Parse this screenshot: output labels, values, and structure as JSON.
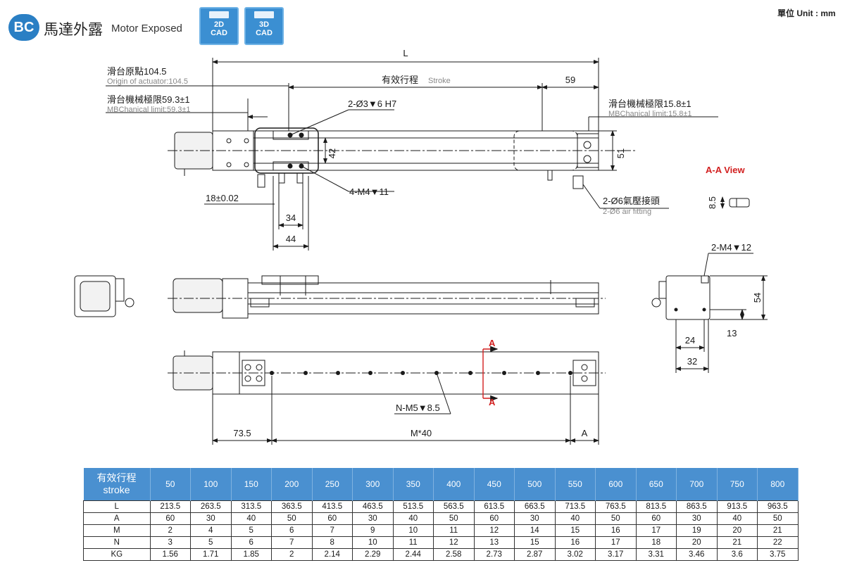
{
  "header": {
    "badge": "BC",
    "title_cn": "馬達外露",
    "title_en": "Motor Exposed",
    "cad_buttons": [
      {
        "line1": "2D",
        "line2": "CAD"
      },
      {
        "line1": "3D",
        "line2": "CAD"
      }
    ],
    "unit_label": "單位 Unit : mm",
    "accent_color": "#2a7fc4"
  },
  "labels": {
    "L": "L",
    "stroke_cn": "有效行程",
    "stroke_en": "Stroke",
    "dim_59": "59",
    "origin_cn": "滑台原點104.5",
    "origin_en": "Origin of actuator:104.5",
    "mech_left_cn": "滑台機械極限59.3±1",
    "mech_left_en": "MBChanical limit:59.3±1",
    "mech_right_cn": "滑台機械極限15.8±1",
    "mech_right_en": "MBChanical limit:15.8±1",
    "pin_hole": "2-Ø3▼6 H7",
    "dim_42": "42",
    "dim_51": "51",
    "dim_18": "18±0.02",
    "tap_m4_11": "4-M4▼11",
    "dim_34": "34",
    "dim_44": "44",
    "fitting_cn": "2-Ø6氣壓接頭",
    "fitting_en": "2-Ø6 air fitting",
    "aa_view": "A-A View",
    "dim_8_5": "8.5",
    "tap_m4_12": "2-M4▼12",
    "dim_54": "54",
    "dim_13": "13",
    "dim_24": "24",
    "dim_32": "32",
    "section_a_top": "A",
    "section_a_bottom": "A",
    "tap_m5": "N-M5▼8.5",
    "dim_73_5": "73.5",
    "dim_m40": "M*40",
    "dim_a": "A"
  },
  "table": {
    "head_cn": "有效行程",
    "head_en": "stroke",
    "strokes": [
      "50",
      "100",
      "150",
      "200",
      "250",
      "300",
      "350",
      "400",
      "450",
      "500",
      "550",
      "600",
      "650",
      "700",
      "750",
      "800"
    ],
    "rows": [
      {
        "label": "L",
        "values": [
          "213.5",
          "263.5",
          "313.5",
          "363.5",
          "413.5",
          "463.5",
          "513.5",
          "563.5",
          "613.5",
          "663.5",
          "713.5",
          "763.5",
          "813.5",
          "863.5",
          "913.5",
          "963.5"
        ]
      },
      {
        "label": "A",
        "values": [
          "60",
          "30",
          "40",
          "50",
          "60",
          "30",
          "40",
          "50",
          "60",
          "30",
          "40",
          "50",
          "60",
          "30",
          "40",
          "50"
        ]
      },
      {
        "label": "M",
        "values": [
          "2",
          "4",
          "5",
          "6",
          "7",
          "9",
          "10",
          "11",
          "12",
          "14",
          "15",
          "16",
          "17",
          "19",
          "20",
          "21"
        ]
      },
      {
        "label": "N",
        "values": [
          "3",
          "5",
          "6",
          "7",
          "8",
          "10",
          "11",
          "12",
          "13",
          "15",
          "16",
          "17",
          "18",
          "20",
          "21",
          "22"
        ]
      },
      {
        "label": "KG",
        "values": [
          "1.56",
          "1.71",
          "1.85",
          "2",
          "2.14",
          "2.29",
          "2.44",
          "2.58",
          "2.73",
          "2.87",
          "3.02",
          "3.17",
          "3.31",
          "3.46",
          "3.6",
          "3.75"
        ]
      }
    ]
  }
}
